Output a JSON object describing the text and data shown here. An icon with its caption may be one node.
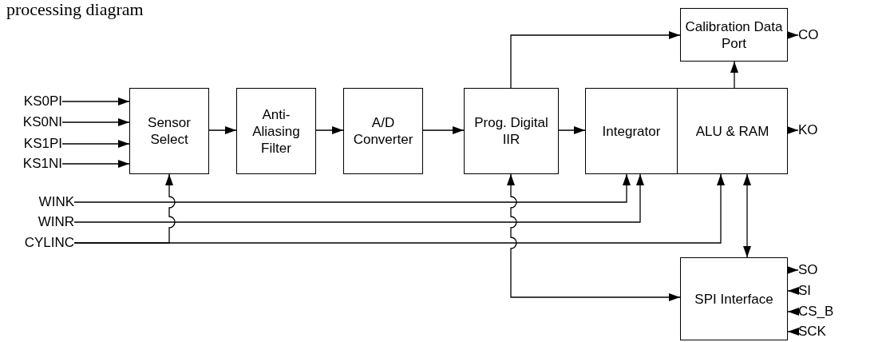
{
  "diagram": {
    "nodes": [
      {
        "text": [
          "Sensor Select"
        ]
      },
      {
        "text": [
          "Anti-Aliasing Filter"
        ]
      },
      {
        "text": [
          "A/D Converter"
        ]
      },
      {
        "text": [
          "Prog. Digital IIR"
        ]
      },
      {
        "text": [
          "Integrator"
        ]
      },
      {
        "text": [
          "ALU & RAM"
        ]
      },
      {
        "text": [
          "Calibration Data Port"
        ]
      },
      {
        "text": [
          "SPI Interface"
        ]
      },
      {
        "text": [
          "KS0PI"
        ]
      },
      {
        "text": [
          "KS0NI"
        ]
      },
      {
        "text": [
          "KS1PI"
        ]
      },
      {
        "text": [
          "KS1NI"
        ]
      },
      {
        "text": [
          "WINK"
        ]
      },
      {
        "text": [
          "WINR"
        ]
      },
      {
        "text": [
          "CYLINC"
        ]
      },
      {
        "text": [
          "CO"
        ]
      },
      {
        "text": [
          "KO"
        ]
      },
      {
        "text": [
          "SO"
        ]
      },
      {
        "text": [
          "SI"
        ]
      },
      {
        "text": [
          "CS_B"
        ]
      },
      {
        "text": [
          "SCK"
        ]
      }
    ],
    "edges": [
      {
        "from": 8,
        "to": 0,
        "arrow": "to"
      },
      {
        "from": 9,
        "to": 0,
        "arrow": "to"
      },
      {
        "from": 10,
        "to": 0,
        "arrow": "to"
      },
      {
        "from": 11,
        "to": 0,
        "arrow": "to"
      },
      {
        "from": 0,
        "to": 1,
        "arrow": "to"
      },
      {
        "from": 1,
        "to": 2,
        "arrow": "to"
      },
      {
        "from": 2,
        "to": 3,
        "arrow": "to"
      },
      {
        "from": 3,
        "to": 4,
        "arrow": "to"
      },
      {
        "from": 3,
        "to": 6,
        "arrow": "to"
      },
      {
        "from": 6,
        "to": 15,
        "arrow": "to"
      },
      {
        "from": 5,
        "to": 6,
        "arrow": "to"
      },
      {
        "from": 5,
        "to": 16,
        "arrow": "to"
      },
      {
        "from": 12,
        "to": 4,
        "arrow": "to"
      },
      {
        "from": 13,
        "to": 4,
        "arrow": "to"
      },
      {
        "from": 14,
        "to": 0,
        "arrow": "to"
      },
      {
        "from": 14,
        "to": 5,
        "arrow": "to"
      },
      {
        "from": 5,
        "to": 7,
        "arrow": "both"
      },
      {
        "from": 3,
        "to": 7,
        "arrow": "both"
      },
      {
        "from": 7,
        "to": 17,
        "arrow": "to"
      },
      {
        "from": 18,
        "to": 7,
        "arrow": "to"
      },
      {
        "from": 19,
        "to": 7,
        "arrow": "to"
      },
      {
        "from": 20,
        "to": 7,
        "arrow": "to"
      }
    ],
    "labels": [
      "processing diagram"
    ]
  }
}
